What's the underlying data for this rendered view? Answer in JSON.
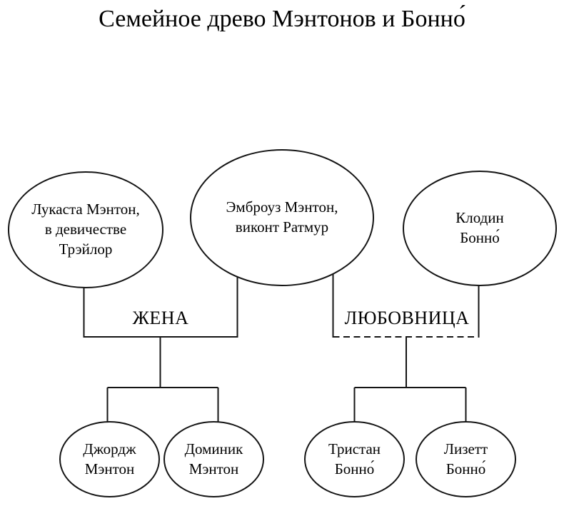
{
  "title": "Семейное древо Мэнтонов и Бонно́",
  "tree": {
    "parents": {
      "lucasta": "Лукаста Мэнтон,\nв девичестве\nТрэйлор",
      "ambrose": "Эмброуз Мэнтон,\nвиконт Ратмур",
      "claudine": "Клодин\nБонно́"
    },
    "relationships": {
      "wife": "ЖЕНА",
      "mistress": "ЛЮБОВНИЦА"
    },
    "children": {
      "george": "Джордж\nМэнтон",
      "dominic": "Доминик\nМэнтон",
      "tristan": "Тристан\nБонно́",
      "lisette": "Лизетт\nБонно́"
    }
  },
  "colors": {
    "background": "#ffffff",
    "line": "#141414",
    "text": "#000000"
  },
  "line_styles": {
    "wife_union": "solid",
    "mistress_union": "dashed"
  }
}
